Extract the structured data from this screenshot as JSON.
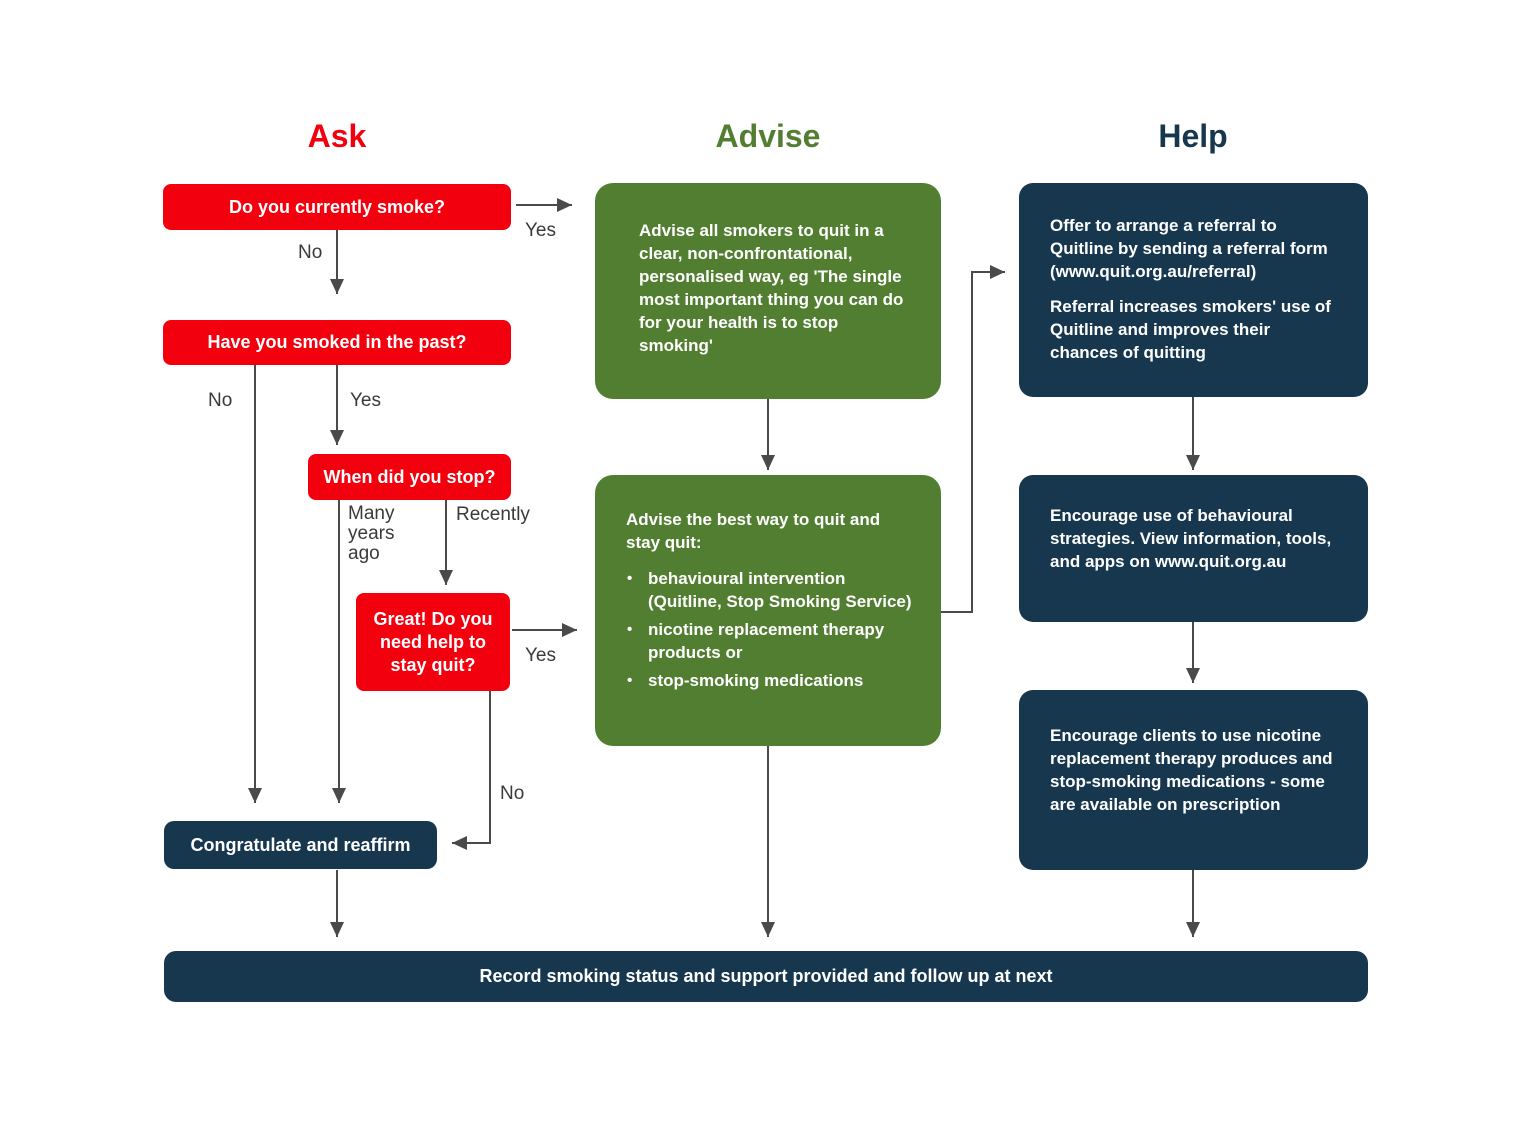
{
  "colors": {
    "red": "#F2000D",
    "green": "#527E32",
    "navy": "#17374E",
    "label_gray": "#3A3A3A",
    "arrow_gray": "#4A4A4A"
  },
  "headers": {
    "ask": "Ask",
    "advise": "Advise",
    "help": "Help"
  },
  "ask": {
    "q_current": "Do you currently smoke?",
    "q_past": "Have you smoked in the past?",
    "q_when_stop": "When did you stop?",
    "q_need_help": "Great! Do you need help to stay quit?",
    "congratulate": "Congratulate and reaffirm"
  },
  "edge_labels": {
    "current_yes": "Yes",
    "current_no": "No",
    "past_no": "No",
    "past_yes": "Yes",
    "stopped_many_years": "Many years ago",
    "stopped_recently": "Recently",
    "help_yes": "Yes",
    "help_no": "No"
  },
  "advise": {
    "box1": "Advise all smokers to quit in a clear, non-confrontational, personalised way, eg 'The single most important thing you can do for your health is to stop smoking'",
    "box2_intro": "Advise the best way to quit and stay quit:",
    "box2_bullets": [
      "behavioural intervention (Quitline, Stop Smoking Service)",
      "nicotine replacement therapy products or",
      "stop-smoking medications"
    ]
  },
  "help": {
    "box1_p1": "Offer to arrange a referral to Quitline by sending a referral form (www.quit.org.au/referral)",
    "box1_p2": "Referral increases smokers' use of Quitline and improves their chances of quitting",
    "box2": "Encourage use of behavioural strategies. View information, tools, and apps on www.quit.org.au",
    "box3": "Encourage clients to use nicotine replacement therapy produces and stop-smoking medications - some are available on prescription"
  },
  "footer": "Record smoking status and support provided and follow up at next"
}
